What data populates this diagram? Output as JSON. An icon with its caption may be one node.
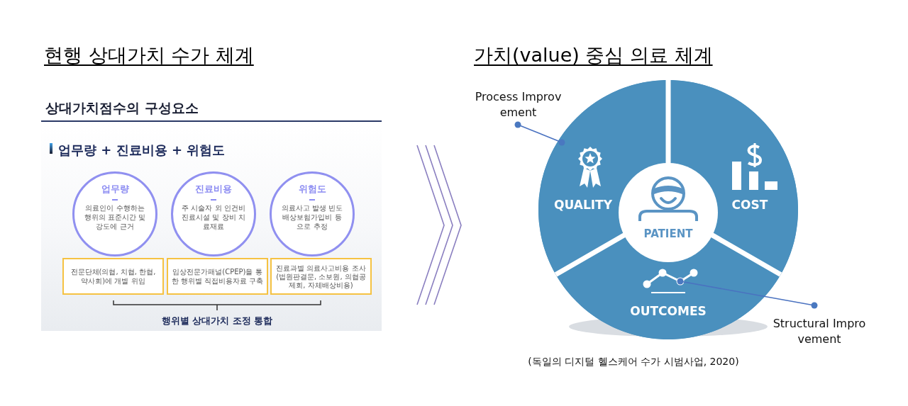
{
  "diagram": {
    "caption": "(독일의 디지털 헬스케어 수가 시범사업, 2020)",
    "nodes": [
      {
        "text": [
          "상대가치점수의 구성요소",
          "업무량 + 진료비용 + 위험도"
        ]
      },
      {
        "text": [
          "업무량",
          "의료인이 수행하는 행위의 표준시간 및 강도에 근거"
        ],
        "in": 0
      },
      {
        "text": [
          "진료비용",
          "주 시술자 외 인건비 진료시설 및 장비 치료재료"
        ],
        "in": 0
      },
      {
        "text": [
          "위험도",
          "의료사고 발생 빈도 배상보험가입비 등으로 추정"
        ],
        "in": 0
      },
      {
        "text": [
          "전문단체(의협, 치협, 한협, 약사회)에 개별 위임"
        ],
        "in": 0
      },
      {
        "text": [
          "임상전문가패널(CPEP)을 통한 행위별 직접비용자료 구축"
        ],
        "in": 0
      },
      {
        "text": [
          "진료과별 의료사고비용 조사",
          "(법원판결문, 소보원, 의협공제회, 자체배상비용)"
        ],
        "in": 0
      },
      {
        "text": [],
        "shape": "circle"
      },
      {
        "text": [
          "QUALITY"
        ],
        "in": 7
      },
      {
        "text": [
          "COST"
        ],
        "in": 7
      },
      {
        "text": [
          "PATIENT"
        ],
        "in": 7
      },
      {
        "text": [
          "OUTCOMES"
        ],
        "in": 7
      },
      {
        "text": [],
        "shape": "picture",
        "in": 11
      },
      {
        "text": [
          "Process Improv ement"
        ]
      },
      {
        "text": [
          "Structural Impro vement"
        ]
      }
    ],
    "edges": [
      {
        "from": 13,
        "to": 8,
        "arrow": "other"
      },
      {
        "from": 14,
        "to": 12,
        "arrow": "other"
      }
    ],
    "labels": [
      "현행 상대가치 수가 체계",
      "가치(value) 중심 의료 체계",
      "행위별 상대가치 조정 통합"
    ]
  }
}
